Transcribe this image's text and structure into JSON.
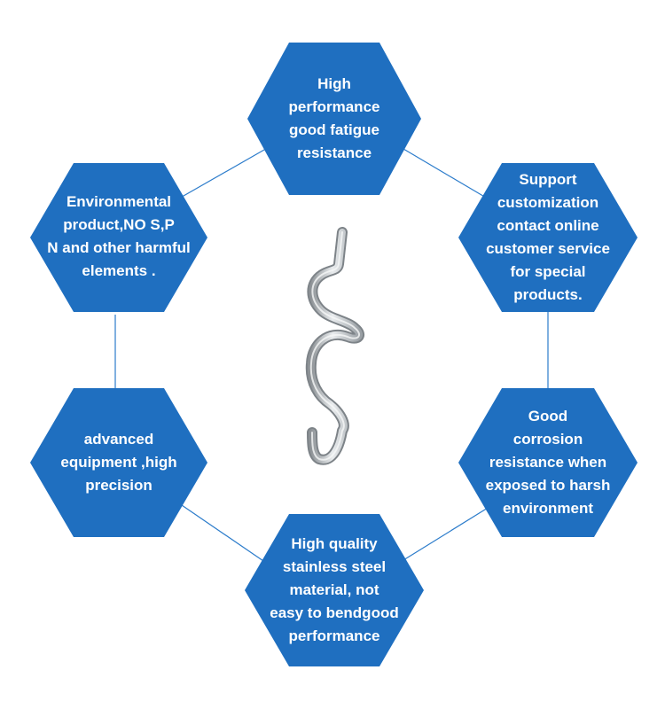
{
  "colors": {
    "hexagon": "#1f6fc0",
    "connector": "#2c7ccb",
    "text": "#ffffff",
    "background": "#ffffff"
  },
  "center_image": {
    "icon": "stainless-steel-spiral-hook"
  },
  "features": [
    {
      "id": "top",
      "lines": [
        "High",
        "performance",
        "good fatigue",
        "resistance"
      ]
    },
    {
      "id": "upper-right",
      "lines": [
        "Support",
        "customization",
        "contact online",
        "customer service",
        "for special",
        "products."
      ]
    },
    {
      "id": "lower-right",
      "lines": [
        "Good",
        "corrosion",
        "resistance when",
        "exposed to harsh",
        "environment"
      ]
    },
    {
      "id": "bottom",
      "lines": [
        "High quality",
        "stainless steel",
        "material, not",
        "easy to bendgood",
        "performance"
      ]
    },
    {
      "id": "lower-left",
      "lines": [
        "advanced",
        "equipment ,high",
        "precision"
      ]
    },
    {
      "id": "upper-left",
      "lines": [
        "Environmental",
        "product,NO S,P",
        "N and other harmful",
        "elements ."
      ]
    }
  ]
}
